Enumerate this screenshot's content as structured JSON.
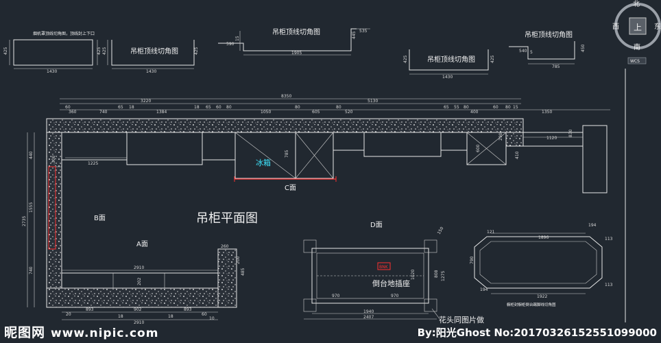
{
  "titles": {
    "hood_note": "烟机罩顶线切角图，顶线封上下口",
    "top_line_1": "吊柜顶线切角图",
    "top_line_2": "吊柜顶线切角图",
    "top_line_3": "吊柜顶线切角图",
    "top_line_4": "吊柜顶线切角图",
    "main_title": "吊柜平面图",
    "face_a": "A面",
    "face_b": "B面",
    "face_c": "C面",
    "face_d": "D面",
    "fridge": "冰箱",
    "socket": "倒台地插座",
    "socket_tag": "BNK",
    "flower": "花头同图片做",
    "kick_note": "橱柜封橱柜倒台踢脚线切角图"
  },
  "compass": {
    "north": "北",
    "west": "西",
    "east": "东",
    "south": "南",
    "center": "上",
    "wcs": "WCS"
  },
  "dims": {
    "a1": "425",
    "a2": "425",
    "a3": "1430",
    "b1": "425",
    "b2": "1430",
    "c1": "590",
    "c2": "1905",
    "c3": "535",
    "c4": "445",
    "c5": "15",
    "d1": "425",
    "d2": "1430",
    "d3": "425",
    "e1": "540",
    "e2": "785",
    "e3": "450",
    "e4": "5",
    "top_total": "8350",
    "top_left": "3220",
    "top_right": "5130",
    "t60": "60",
    "t360": "360",
    "t740": "740",
    "t65": "65",
    "t18": "18",
    "t1384": "1384",
    "t18b": "18",
    "t65b": "65",
    "t60b": "60",
    "t80": "80",
    "t1050": "1050",
    "t80b": "80",
    "t605": "605",
    "t80c": "80",
    "t520": "520",
    "t65c": "65",
    "t55": "55",
    "t80d": "80",
    "t400": "400",
    "t60c": "60",
    "t80e": "80",
    "t15": "15",
    "t1350": "1350",
    "r1120": "1120",
    "r830": "830",
    "r410": "410",
    "r290": "290",
    "r600": "600",
    "r785": "785",
    "r1225": "1225",
    "l2735": "2735",
    "l1555": "1555",
    "l740": "740",
    "l440": "440",
    "l300": "300",
    "b260": "260",
    "b200": "200",
    "b485": "485",
    "b2910": "2910",
    "b2910b": "2910",
    "b202": "202",
    "b893": "893",
    "b902": "902",
    "b893b": "893",
    "b18": "18",
    "b18b": "18",
    "b60": "60",
    "b20": "20",
    "b10": "10",
    "d808": "808",
    "d1020": "1020",
    "d1275": "1275",
    "d970": "970",
    "d970b": "970",
    "d1940": "1940",
    "d2407": "2407",
    "d150": "150",
    "k1896": "1896",
    "k1922": "1922",
    "k113": "113",
    "k113b": "113",
    "k790": "790",
    "k194": "194",
    "k194b": "194",
    "k121": "121"
  },
  "watermark": {
    "brand": "昵图网",
    "url": "www.nipic.com",
    "author": "By:阳光Ghost No:20170326152551099000"
  }
}
